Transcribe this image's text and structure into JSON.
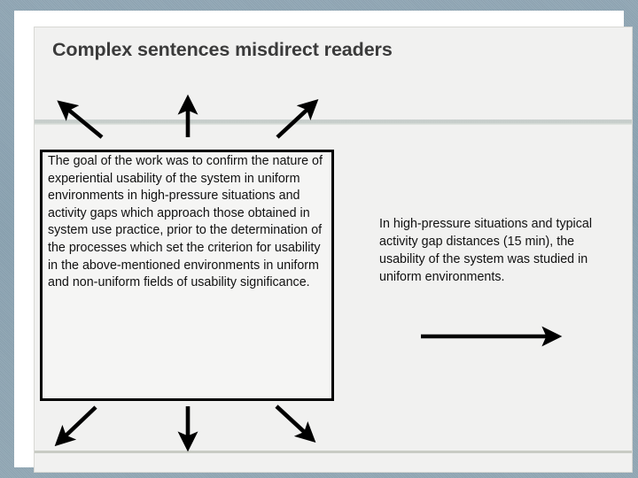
{
  "slide": {
    "title": "Complex sentences misdirect readers",
    "background_color": "#8aa2b0",
    "page_color": "#f1f1f0",
    "title_color": "#3b3b3b"
  },
  "left_box": {
    "border_color": "#000000",
    "background_color": "#f5f5f4",
    "text": "The goal of the work was to confirm the nature of experiential usability of the system in uniform environments in high-pressure situations and activity gaps which approach those obtained in system use practice, prior to the determination of the processes which set the criterion for usability in the above-mentioned environments in uniform and non-uniform fields of usability significance."
  },
  "right_block": {
    "text": "In high-pressure situations and typical activity gap distances (15 min), the usability of the system was studied in uniform environments."
  },
  "arrows": {
    "color": "#000000",
    "top": [
      {
        "name": "arrow-up-left",
        "direction": "up-left"
      },
      {
        "name": "arrow-up",
        "direction": "up"
      },
      {
        "name": "arrow-up-right",
        "direction": "up-right"
      }
    ],
    "bottom": [
      {
        "name": "arrow-down-left",
        "direction": "down-left"
      },
      {
        "name": "arrow-down",
        "direction": "down"
      },
      {
        "name": "arrow-down-right",
        "direction": "down-right"
      }
    ],
    "right": [
      {
        "name": "arrow-right",
        "direction": "right"
      }
    ]
  }
}
